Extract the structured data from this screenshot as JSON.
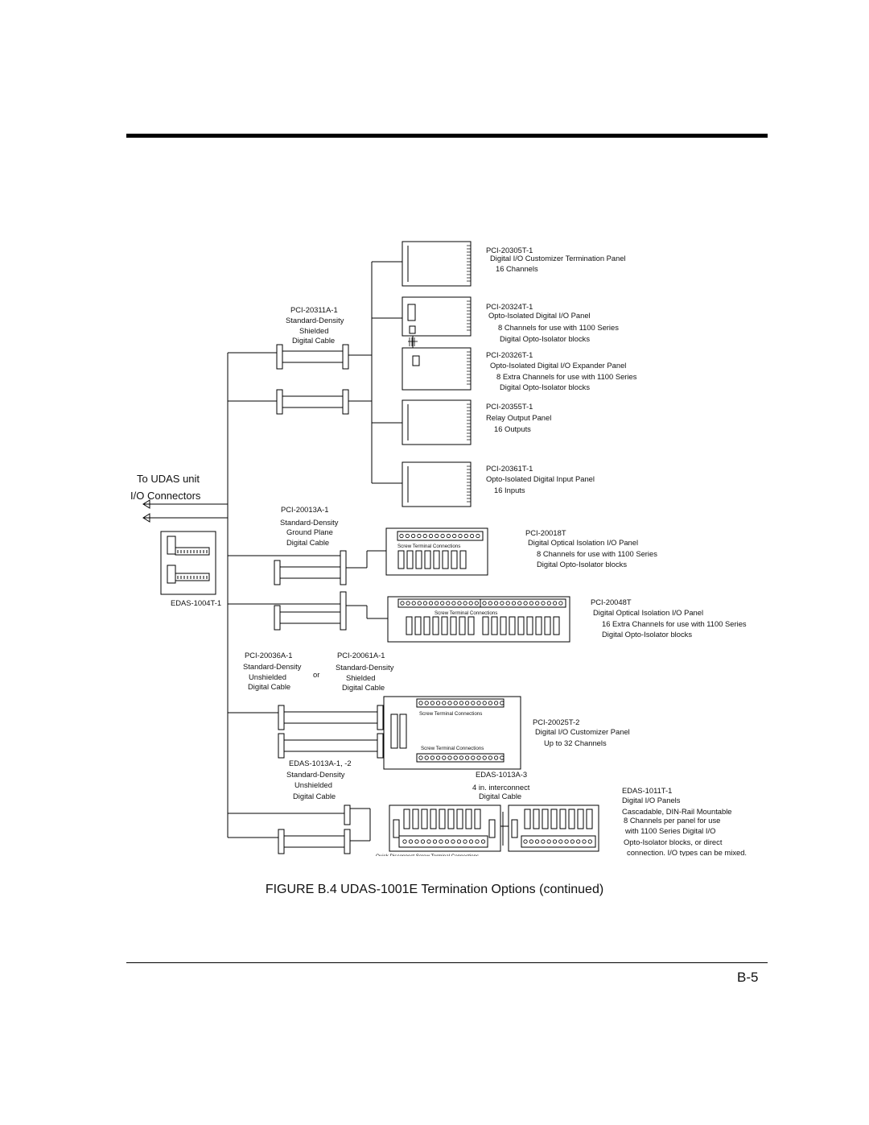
{
  "page": {
    "number": "B-5",
    "caption": "FIGURE B.4 UDAS-1001E Termination Options (continued)"
  },
  "diagram": {
    "source": [
      "To UDAS unit",
      "I/O Connectors"
    ],
    "edas_1004t": "EDAS-1004T-1",
    "cables": {
      "c20311": [
        "PCI-20311A-1",
        "Standard-Density",
        "Shielded",
        "Digital Cable"
      ],
      "c20013": [
        "PCI-20013A-1",
        "Standard-Density",
        "Ground Plane",
        "Digital Cable"
      ],
      "c20036": [
        "PCI-20036A-1",
        "Standard-Density",
        "Unshielded",
        "Digital Cable"
      ],
      "or_label": "or",
      "c20061": [
        "PCI-20061A-1",
        "Standard-Density",
        "Shielded",
        "Digital Cable"
      ],
      "c1013_12": [
        "EDAS-1013A-1, -2",
        "Standard-Density",
        "Unshielded",
        "Digital Cable"
      ],
      "c1013_3": [
        "EDAS-1013A-3",
        "4 in. interconnect",
        "Digital Cable"
      ]
    },
    "panels": {
      "p20305": [
        "PCI-20305T-1",
        "Digital I/O Customizer Termination Panel",
        "16 Channels"
      ],
      "p20324": [
        "PCI-20324T-1",
        "Opto-Isolated Digital I/O Panel",
        "8 Channels for use with 1100 Series",
        "Digital Opto-Isolator blocks"
      ],
      "p20326": [
        "PCI-20326T-1",
        "Opto-Isolated Digital I/O Expander Panel",
        "8 Extra Channels for use with 1100 Series",
        "Digital Opto-Isolator blocks"
      ],
      "p20355": [
        "PCI-20355T-1",
        "Relay Output Panel",
        "16 Outputs"
      ],
      "p20361": [
        "PCI-20361T-1",
        "Opto-Isolated Digital Input Panel",
        "16 Inputs"
      ],
      "p20018": [
        "PCI-20018T",
        "Digital Optical Isolation I/O Panel",
        "8 Channels for use with 1100 Series",
        "Digital Opto-Isolator blocks"
      ],
      "p20048": [
        "PCI-20048T",
        "Digital Optical Isolation I/O Panel",
        "16 Extra Channels for use with 1100 Series",
        "Digital Opto-Isolator blocks"
      ],
      "p20025": [
        "PCI-20025T-2",
        "Digital I/O Customizer Panel",
        "Up to 32 Channels"
      ],
      "p1011": [
        "EDAS-1011T-1",
        "Digital I/O Panels",
        "Cascadable, DIN-Rail Mountable",
        "8 Channels per panel for use",
        "with 1100 Series Digital I/O",
        "Opto-Isolator blocks, or direct",
        "connection. I/O types can be mixed."
      ]
    },
    "screw_terminal": "Screw Terminal Connections",
    "quick_disconnect": "Quick Disconnect Screw Terminal Connections"
  }
}
